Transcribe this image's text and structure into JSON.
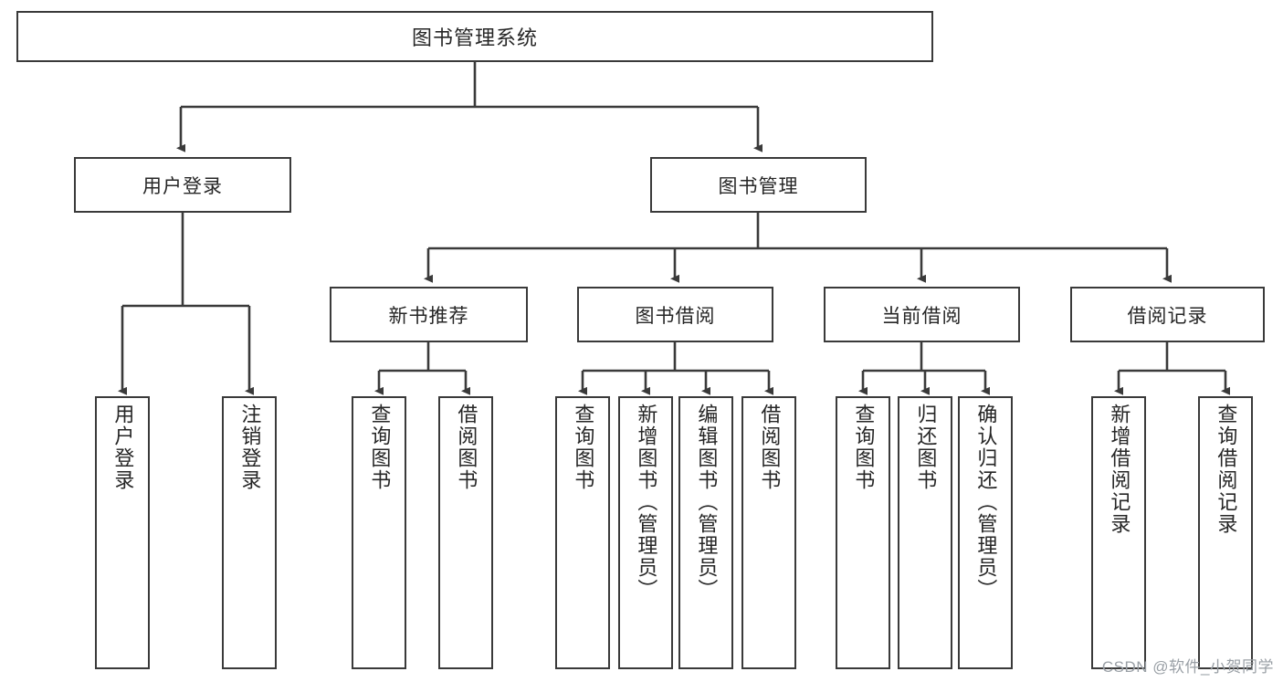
{
  "diagram": {
    "title": "图书管理系统",
    "type": "tree-hierarchy",
    "root": {
      "label": "图书管理系统"
    },
    "level2": [
      {
        "label": "用户登录"
      },
      {
        "label": "图书管理"
      }
    ],
    "level3": [
      {
        "label": "新书推荐"
      },
      {
        "label": "图书借阅"
      },
      {
        "label": "当前借阅"
      },
      {
        "label": "借阅记录"
      }
    ],
    "leaves": {
      "user_login": [
        {
          "label": "用户登录"
        },
        {
          "label": "注销登录"
        }
      ],
      "new_book_recommend": [
        {
          "label": "查询图书"
        },
        {
          "label": "借阅图书"
        }
      ],
      "book_borrow": [
        {
          "label": "查询图书"
        },
        {
          "label": "新增图书（管理员）"
        },
        {
          "label": "编辑图书（管理员）"
        },
        {
          "label": "借阅图书"
        }
      ],
      "current_borrow": [
        {
          "label": "查询图书"
        },
        {
          "label": "归还图书"
        },
        {
          "label": "确认归还（管理员）"
        }
      ],
      "borrow_record": [
        {
          "label": "新增借阅记录"
        },
        {
          "label": "查询借阅记录"
        }
      ]
    }
  },
  "watermark": {
    "text": "CSDN @软件_小贺同学"
  },
  "colors": {
    "stroke": "#3a3a3a",
    "text": "#262626",
    "background": "#ffffff",
    "watermark": "#9aa0a6"
  }
}
